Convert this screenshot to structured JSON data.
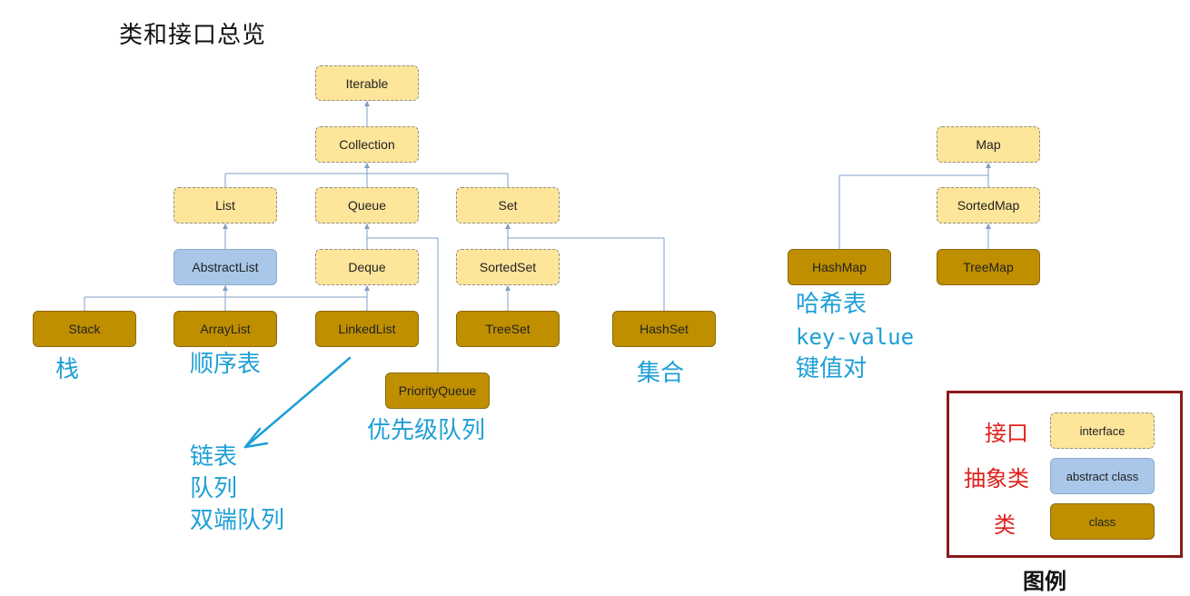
{
  "title": "类和接口总览",
  "nodes": {
    "iterable": "Iterable",
    "collection": "Collection",
    "list": "List",
    "queue": "Queue",
    "set": "Set",
    "abstract_list": "AbstractList",
    "deque": "Deque",
    "sorted_set": "SortedSet",
    "stack": "Stack",
    "array_list": "ArrayList",
    "linked_list": "LinkedList",
    "tree_set": "TreeSet",
    "hash_set": "HashSet",
    "priority_queue": "PriorityQueue",
    "map": "Map",
    "sorted_map": "SortedMap",
    "hash_map": "HashMap",
    "tree_map": "TreeMap"
  },
  "annotations": {
    "stack": "栈",
    "array_list": "顺序表",
    "set": "集合",
    "priority_queue": "优先级队列",
    "linked_list_1": "链表",
    "linked_list_2": "队列",
    "linked_list_3": "双端队列",
    "hash_map_1": "哈希表",
    "hash_map_2": "key-value",
    "hash_map_3": "键值对"
  },
  "legend": {
    "caption": "图例",
    "interface_label": "接口",
    "interface_box": "interface",
    "abstract_label": "抽象类",
    "abstract_box": "abstract class",
    "class_label": "类",
    "class_box": "class"
  },
  "colors": {
    "interface": "#fde59a",
    "abstract_class": "#a9c7e8",
    "class": "#bf8f00",
    "annotation": "#1e9fd6",
    "legend_text": "#e0201c",
    "legend_border": "#8b1a1a"
  }
}
